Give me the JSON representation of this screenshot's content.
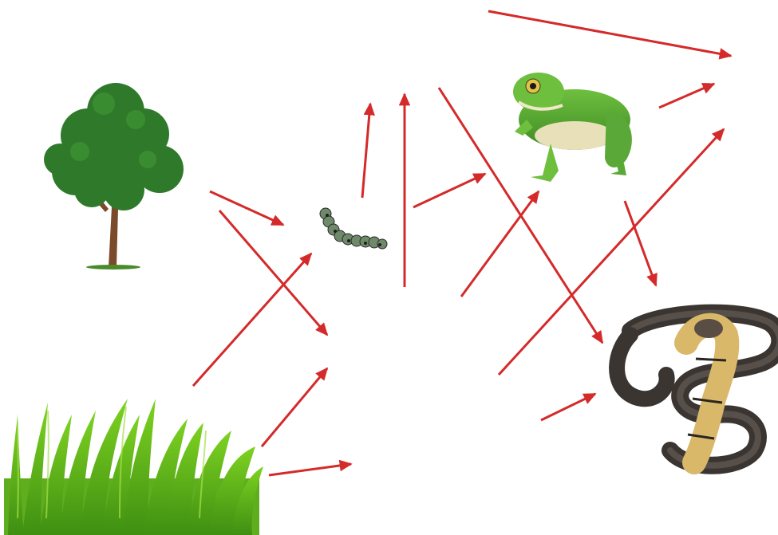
{
  "diagram": {
    "type": "food-web",
    "organisms": [
      {
        "id": "tree",
        "icon": "tree-icon"
      },
      {
        "id": "grass",
        "icon": "grass-icon"
      },
      {
        "id": "caterpillar",
        "icon": "caterpillar-icon"
      },
      {
        "id": "frog",
        "icon": "frog-icon"
      },
      {
        "id": "snake",
        "icon": "snake-icon"
      },
      {
        "id": "blank-box-1",
        "icon": "blank-box"
      },
      {
        "id": "blank-box-2",
        "icon": "blank-box"
      },
      {
        "id": "blank-box-top",
        "icon": "blank-box"
      },
      {
        "id": "blank-box-right",
        "icon": "blank-box"
      }
    ],
    "arrow_color": "#d42a2a",
    "arrows": [
      {
        "from": "tree",
        "to": "caterpillar"
      },
      {
        "from": "tree",
        "to": "blank-box-1"
      },
      {
        "from": "grass",
        "to": "caterpillar"
      },
      {
        "from": "grass",
        "to": "blank-box-1"
      },
      {
        "from": "grass",
        "to": "blank-box-2"
      },
      {
        "from": "caterpillar",
        "to": "blank-box-top"
      },
      {
        "from": "caterpillar",
        "to": "frog"
      },
      {
        "from": "blank-box-1",
        "to": "blank-box-top"
      },
      {
        "from": "blank-box-1",
        "to": "frog"
      },
      {
        "from": "blank-box-1",
        "to": "blank-box-right"
      },
      {
        "from": "blank-box-top",
        "to": "snake"
      },
      {
        "from": "blank-box-2",
        "to": "snake"
      },
      {
        "from": "frog",
        "to": "blank-box-right"
      },
      {
        "from": "frog",
        "to": "snake"
      },
      {
        "from": "top-left-source",
        "to": "blank-box-right"
      }
    ]
  }
}
